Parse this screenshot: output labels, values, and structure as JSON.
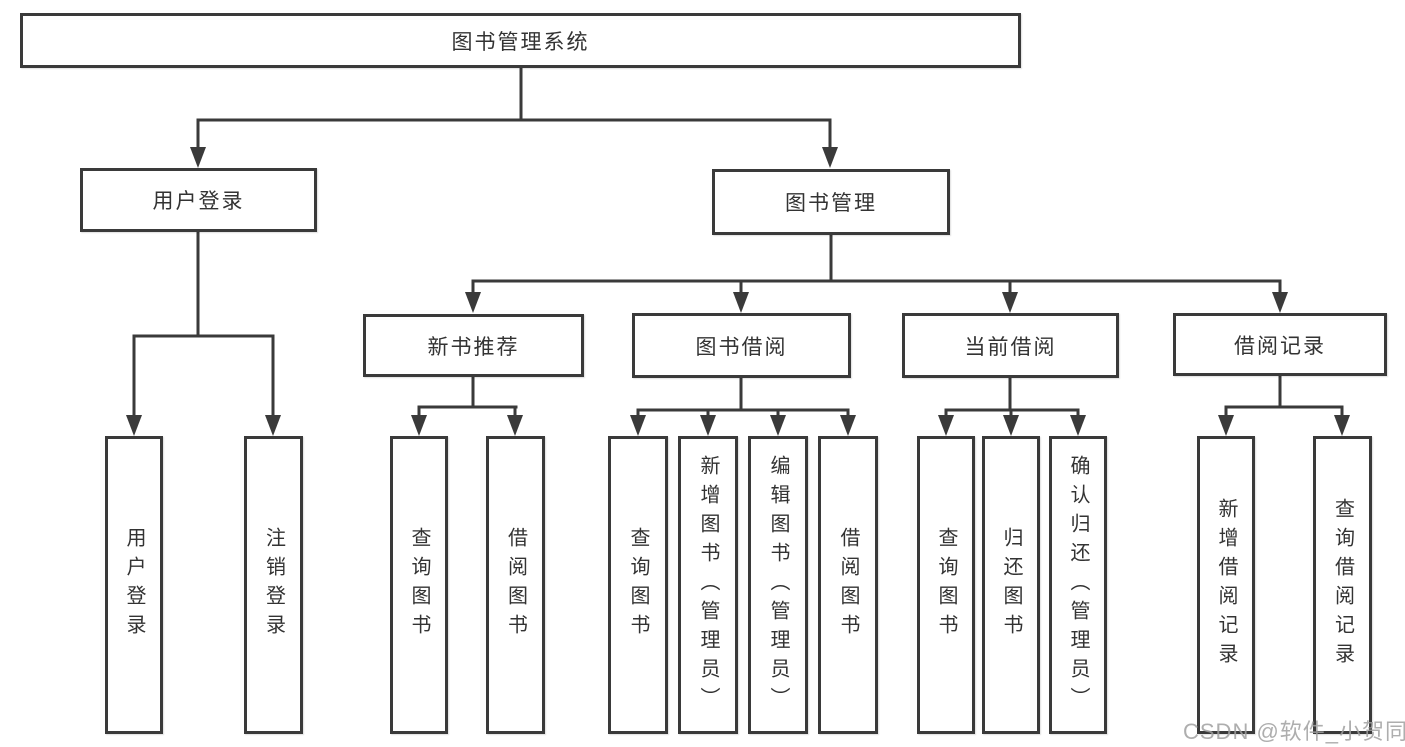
{
  "diagram": {
    "root": "图书管理系统",
    "level2": [
      "用户登录",
      "图书管理"
    ],
    "level3": [
      "新书推荐",
      "图书借阅",
      "当前借阅",
      "借阅记录"
    ],
    "leaves": {
      "user_login": [
        "用户登录",
        "注销登录"
      ],
      "new_book": [
        "查询图书",
        "借阅图书"
      ],
      "book_borrow": [
        "查询图书",
        "新增图书（管理员）",
        "编辑图书（管理员）",
        "借阅图书"
      ],
      "current_borrow": [
        "查询图书",
        "归还图书",
        "确认归还（管理员）"
      ],
      "borrow_records": [
        "新增借阅记录",
        "查询借阅记录"
      ]
    }
  },
  "watermark": {
    "text": "CSDN @软件_小贺同学"
  },
  "colors": {
    "line": "#3a3a3a",
    "border": "#3a3a3a",
    "text": "#333333",
    "watermark": "#a0a0a0",
    "background": "#ffffff"
  }
}
